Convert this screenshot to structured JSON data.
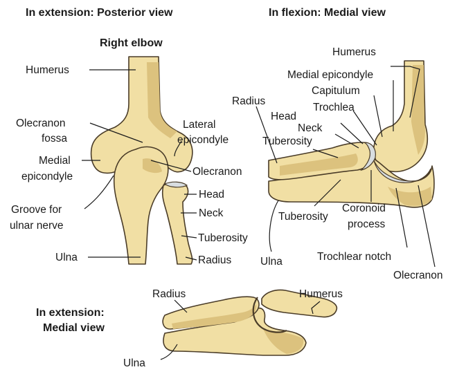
{
  "colors": {
    "bone_fill": "#f1dfa4",
    "bone_shade": "#dcc27e",
    "bone_stroke": "#4a3c28",
    "cartilage": "#d8dde0",
    "text": "#1a1a1a"
  },
  "headings": {
    "posterior": "In extension: Posterior view",
    "flexion": "In flexion: Medial view",
    "right_elbow": "Right elbow",
    "medial_ext_line1": "In extension:",
    "medial_ext_line2": "Medial view"
  },
  "posterior_labels": {
    "humerus": "Humerus",
    "olecranon_fossa_1": "Olecranon",
    "olecranon_fossa_2": "fossa",
    "medial_epicondyle_1": "Medial",
    "medial_epicondyle_2": "epicondyle",
    "groove_1": "Groove for",
    "groove_2": "ulnar nerve",
    "ulna": "Ulna",
    "lateral_epicondyle_1": "Lateral",
    "lateral_epicondyle_2": "epicondyle",
    "olecranon": "Olecranon",
    "head": "Head",
    "neck": "Neck",
    "tuberosity": "Tuberosity",
    "radius": "Radius"
  },
  "flexion_labels": {
    "humerus": "Humerus",
    "medial_epicondyle": "Medial epicondyle",
    "capitulum": "Capitulum",
    "trochlea": "Trochlea",
    "radius": "Radius",
    "head": "Head",
    "neck": "Neck",
    "tuberosity_upper": "Tuberosity",
    "tuberosity_lower": "Tuberosity",
    "coronoid_1": "Coronoid",
    "coronoid_2": "process",
    "ulna": "Ulna",
    "trochlear_notch": "Trochlear notch",
    "olecranon": "Olecranon"
  },
  "medial_ext_labels": {
    "radius": "Radius",
    "humerus": "Humerus",
    "ulna": "Ulna"
  }
}
